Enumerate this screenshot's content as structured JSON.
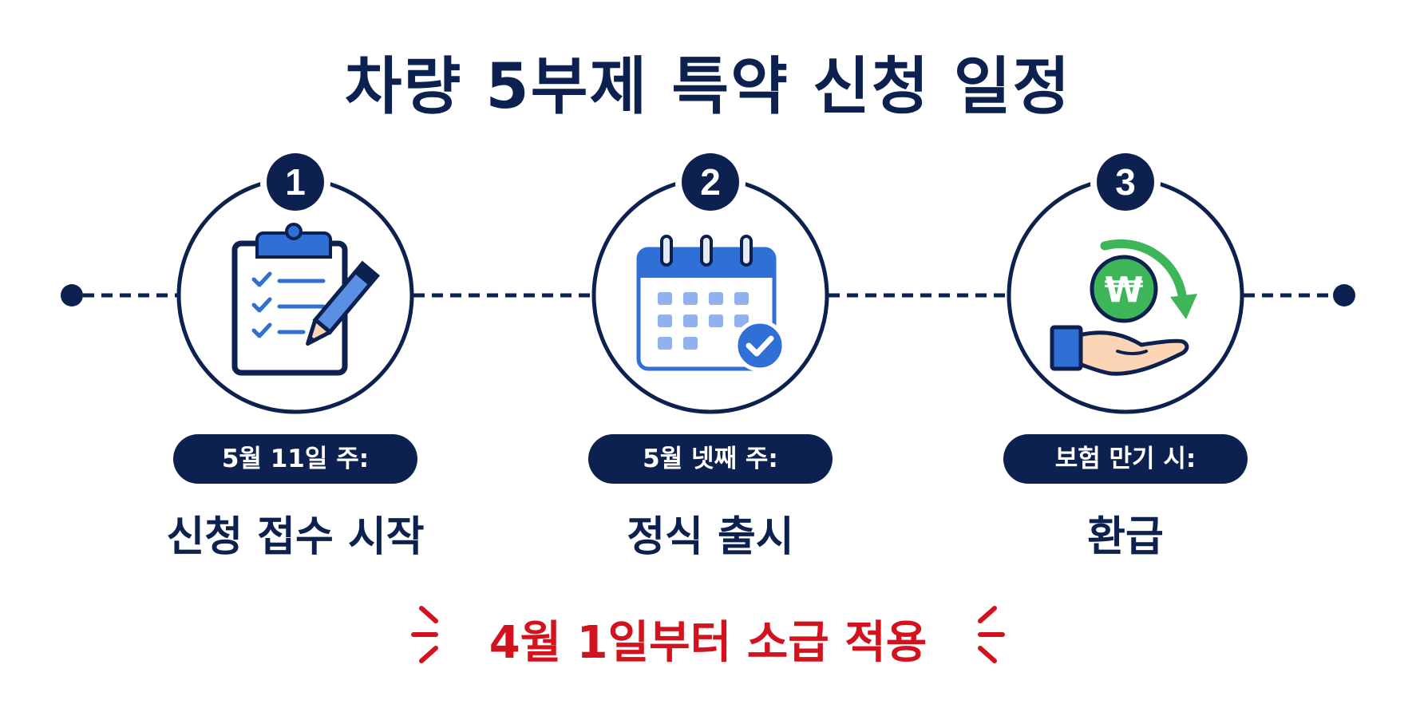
{
  "title": "차량 5부제 특약 신청 일정",
  "colors": {
    "navy": "#0d2150",
    "blue": "#2f6fd6",
    "light_blue": "#5b8fe3",
    "green": "#3db65a",
    "red": "#d2121c",
    "skin": "#fcd4b6"
  },
  "steps": [
    {
      "number": "1",
      "icon": "clipboard-checklist-pencil-icon",
      "badge": "5월 11일 주:",
      "label": "신청 접수 시작"
    },
    {
      "number": "2",
      "icon": "calendar-check-icon",
      "badge": "5월 넷째 주:",
      "label": "정식 출시"
    },
    {
      "number": "3",
      "icon": "refund-hand-won-coin-icon",
      "badge": "보험 만기 시:",
      "label": "환급",
      "coin_symbol": "₩"
    }
  ],
  "notice": "4월 1일부터 소급 적용"
}
